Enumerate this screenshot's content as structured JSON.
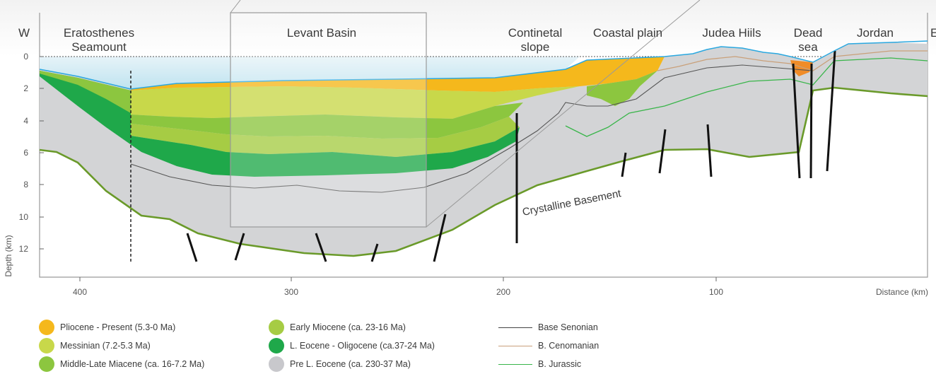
{
  "labels": {
    "west": "W",
    "east": "E",
    "eratosthenes_line1": "Eratosthenes",
    "eratosthenes_line2": "Seamount",
    "levant": "Levant Basin",
    "slope_line1": "Continetal",
    "slope_line2": "slope",
    "coastal": "Coastal plain",
    "judea": "Judea Hiils",
    "dead_line1": "Dead",
    "dead_line2": "sea",
    "jordan": "Jordan",
    "basement": "Crystalline Basement"
  },
  "axes": {
    "y_label": "Depth (km)",
    "y_ticks": [
      "0",
      "2",
      "4",
      "6",
      "8",
      "10",
      "12"
    ],
    "x_ticks": [
      "400",
      "300",
      "200",
      "100"
    ],
    "x_label": "Distance (km)"
  },
  "legend": {
    "units": [
      {
        "label": "Pliocene - Present (5.3-0 Ma)",
        "color": "#f5b81c"
      },
      {
        "label": "Messinian (7.2-5.3 Ma)",
        "color": "#c8d84a"
      },
      {
        "label": "Middle-Late Miacene (ca. 16-7.2 Ma)",
        "color": "#8cc63f"
      },
      {
        "label": "Early Miocene (ca. 23-16 Ma)",
        "color": "#a6cc44"
      },
      {
        "label": "L. Eocene - Oligocene (ca.37-24 Ma)",
        "color": "#1fa84a"
      },
      {
        "label": "Pre L. Eocene (ca. 230-37 Ma)",
        "color": "#c8c8cc"
      }
    ],
    "horizons": [
      {
        "label": "Base Senonian",
        "color": "#444444"
      },
      {
        "label": "B. Cenomanian",
        "color": "#c9a07a"
      },
      {
        "label": "B. Jurassic",
        "color": "#39b54a"
      }
    ]
  }
}
